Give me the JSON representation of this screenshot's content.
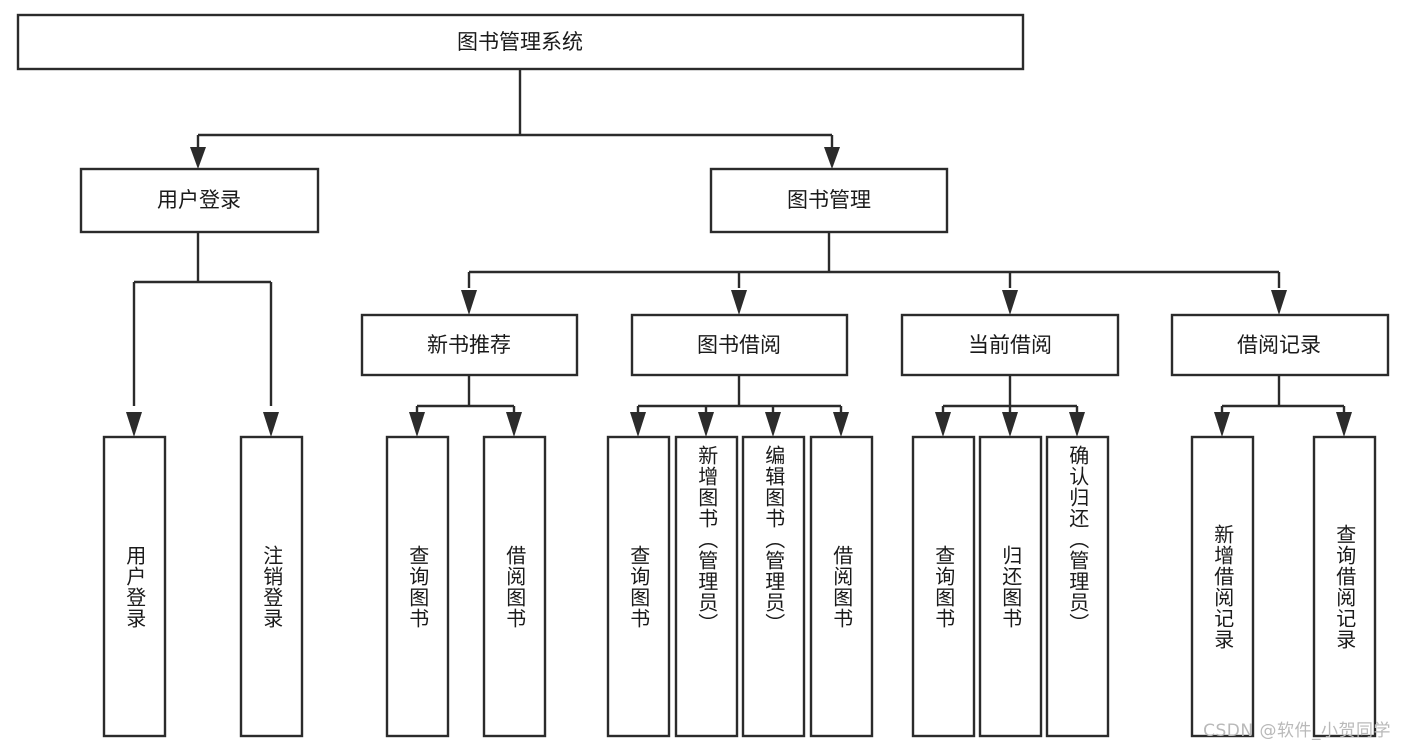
{
  "diagram": {
    "title": "图书管理系统",
    "type": "tree-hierarchy",
    "root": {
      "id": "root",
      "label": "图书管理系统"
    },
    "level2": [
      {
        "id": "user-login",
        "label": "用户登录"
      },
      {
        "id": "book-manage",
        "label": "图书管理"
      }
    ],
    "level3": [
      {
        "id": "new-book-rec",
        "label": "新书推荐",
        "parent": "book-manage"
      },
      {
        "id": "book-borrow",
        "label": "图书借阅",
        "parent": "book-manage"
      },
      {
        "id": "current-borrow",
        "label": "当前借阅",
        "parent": "book-manage"
      },
      {
        "id": "borrow-record",
        "label": "借阅记录",
        "parent": "book-manage"
      }
    ],
    "leaves": [
      {
        "id": "leaf-user-login",
        "label": "用户登录",
        "parent": "user-login"
      },
      {
        "id": "leaf-logout",
        "label": "注销登录",
        "parent": "user-login"
      },
      {
        "id": "leaf-query-book-1",
        "label": "查询图书",
        "parent": "new-book-rec"
      },
      {
        "id": "leaf-borrow-book-1",
        "label": "借阅图书",
        "parent": "new-book-rec"
      },
      {
        "id": "leaf-query-book-2",
        "label": "查询图书",
        "parent": "book-borrow"
      },
      {
        "id": "leaf-add-book",
        "label": "新增图书（管理员）",
        "parent": "book-borrow"
      },
      {
        "id": "leaf-edit-book",
        "label": "编辑图书（管理员）",
        "parent": "book-borrow"
      },
      {
        "id": "leaf-borrow-book-2",
        "label": "借阅图书",
        "parent": "book-borrow"
      },
      {
        "id": "leaf-query-book-3",
        "label": "查询图书",
        "parent": "current-borrow"
      },
      {
        "id": "leaf-return-book",
        "label": "归还图书",
        "parent": "current-borrow"
      },
      {
        "id": "leaf-confirm-return",
        "label": "确认归还（管理员）",
        "parent": "current-borrow"
      },
      {
        "id": "leaf-add-record",
        "label": "新增借阅记录",
        "parent": "borrow-record"
      },
      {
        "id": "leaf-query-record",
        "label": "查询借阅记录",
        "parent": "borrow-record"
      }
    ],
    "colors": {
      "box_fill": "#ffffff",
      "box_stroke": "#2b2b2b",
      "connector": "#2b2b2b",
      "text": "#1a1a1a",
      "watermark": "#b9b9b9",
      "background": "#ffffff"
    }
  },
  "watermark": {
    "text": "CSDN @软件_小贺同学"
  }
}
